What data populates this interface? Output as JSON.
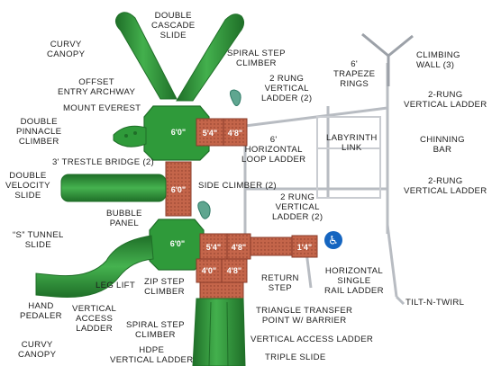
{
  "labels": {
    "double_cascade_slide": [
      "DOUBLE",
      "CASCADE",
      "SLIDE"
    ],
    "curvy_canopy_top": [
      "CURVY",
      "CANOPY"
    ],
    "spiral_step_climber_top": [
      "SPIRAL STEP",
      "CLIMBER"
    ],
    "climbing_wall": [
      "CLIMBING",
      "WALL (3)"
    ],
    "six_trapeze_rings": [
      "6'",
      "TRAPEZE",
      "RINGS"
    ],
    "offset_entry_archway": [
      "OFFSET",
      "ENTRY ARCHWAY"
    ],
    "two_rung_vertical_ladder_top": [
      "2 RUNG",
      "VERTICAL",
      "LADDER (2)"
    ],
    "two_rung_vertical_ladder_right_top": [
      "2-RUNG",
      "VERTICAL LADDER"
    ],
    "mount_everest": [
      "MOUNT EVEREST"
    ],
    "double_pinnacle_climber": [
      "DOUBLE",
      "PINNACLE",
      "CLIMBER"
    ],
    "six_horizontal_loop_ladder": [
      "6'",
      "HORIZONTAL",
      "LOOP LADDER"
    ],
    "labyrinth_link": [
      "LABYRINTH",
      "LINK"
    ],
    "chinning_bar": [
      "CHINNING",
      "BAR"
    ],
    "trestle_bridge": [
      "3' TRESTLE BRIDGE (2)"
    ],
    "double_velocity_slide": [
      "DOUBLE",
      "VELOCITY",
      "SLIDE"
    ],
    "side_climber": [
      "SIDE CLIMBER (2)"
    ],
    "two_rung_vertical_ladder_right_bottom": [
      "2-RUNG",
      "VERTICAL LADDER"
    ],
    "two_rung_vertical_ladder_mid": [
      "2 RUNG",
      "VERTICAL",
      "LADDER (2)"
    ],
    "bubble_panel": [
      "BUBBLE",
      "PANEL"
    ],
    "s_tunnel_slide": [
      "“S” TUNNEL",
      "SLIDE"
    ],
    "horizontal_single_rail_ladder": [
      "HORIZONTAL",
      "SINGLE",
      "RAIL LADDER"
    ],
    "leg_lift": [
      "LEG LIFT"
    ],
    "zip_step_climber": [
      "ZIP STEP",
      "CLIMBER"
    ],
    "return_step": [
      "RETURN",
      "STEP"
    ],
    "tilt_n_twirl": [
      "TILT-N-TWIRL"
    ],
    "hand_pedaler": [
      "HAND",
      "PEDALER"
    ],
    "vertical_access_ladder_left": [
      "VERTICAL",
      "ACCESS",
      "LADDER"
    ],
    "triangle_transfer_point": [
      "TRIANGLE TRANSFER",
      "POINT W/ BARRIER"
    ],
    "spiral_step_climber_bottom": [
      "SPIRAL STEP",
      "CLIMBER"
    ],
    "vertical_access_ladder_bottom": [
      "VERTICAL ACCESS LADDER"
    ],
    "curvy_canopy_bottom": [
      "CURVY",
      "CANOPY"
    ],
    "hdpe_vertical_ladder": [
      "HDPE",
      "VERTICAL LADDER"
    ],
    "triple_slide": [
      "TRIPLE SLIDE"
    ]
  },
  "measurements": {
    "top_tower": "6'0\"",
    "top_deck_a": "5'4\"",
    "top_deck_b": "4'8\"",
    "middle_tower": "6'0\"",
    "bottom_tower": "6'0\"",
    "bottom_deck_a": "5'4\"",
    "bottom_deck_b": "4'8\"",
    "bottom_deck_c": "4'0\"",
    "bottom_deck_d": "4'8\"",
    "end_deck": "1'4\""
  },
  "colors": {
    "slide_green": "#2f9a3a",
    "slide_green_dark": "#1f6f28",
    "deck_brown": "#c4654a",
    "deck_brown_dark": "#8a3b29",
    "post_gray": "#b8bcc2",
    "accessibility_blue": "#1565c0"
  },
  "icons": {
    "accessibility": "wheelchair-icon",
    "accessibility_glyph": "♿"
  }
}
